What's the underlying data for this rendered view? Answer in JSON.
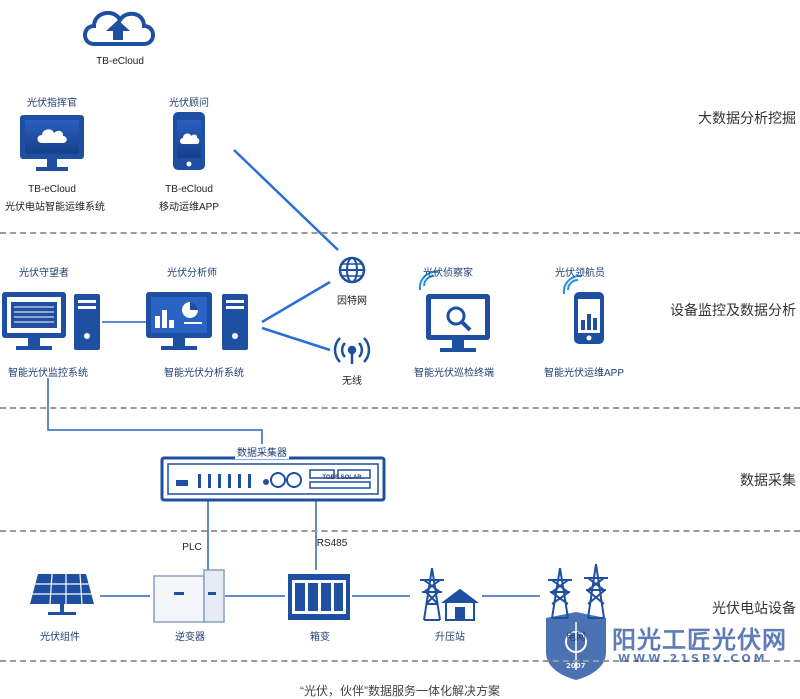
{
  "cloud": {
    "label": "TB-eCloud",
    "icon": "cloud-upload-icon"
  },
  "tier1": {
    "title": "大数据分析挖掘",
    "pc": {
      "role": "光伏指挥官",
      "line1": "TB-eCloud",
      "line2": "光伏电站智能运维系统",
      "icon": "monitor-cloud-icon"
    },
    "mobile": {
      "role": "光伏顾问",
      "line1": "TB-eCloud",
      "line2": "移动运维APP",
      "icon": "phone-cloud-icon"
    }
  },
  "tier2": {
    "title": "设备监控及数据分析",
    "guard": {
      "role": "光伏守望者",
      "system": "智能光伏监控系统"
    },
    "analyst": {
      "role": "光伏分析师",
      "system": "智能光伏分析系统"
    },
    "internet": "因特网",
    "wireless": "无线",
    "expert": {
      "role": "光伏侦察家",
      "system": "智能光伏巡检终端"
    },
    "pilot": {
      "role": "光伏领航员",
      "system": "智能光伏运维APP"
    }
  },
  "tier3": {
    "title": "数据采集",
    "collector": "数据采集器",
    "collector_brand": "TOBE SOLAR"
  },
  "tier4": {
    "title": "光伏电站设备",
    "plc": "PLC",
    "rs485": "RS485",
    "devices": [
      "光伏组件",
      "逆变器",
      "箱变",
      "升压站",
      "电网"
    ]
  },
  "footer": "“光伏，伙伴”数据服务一体化解决方案",
  "watermark": {
    "text": "阳光工匠光伏网",
    "url": "WWW.21SPV.COM",
    "year": "2007"
  },
  "colors": {
    "primary": "#1f4fa0",
    "dark": "#1d3a6e",
    "accent": "#1e90e8",
    "line": "#2b6fd6"
  }
}
